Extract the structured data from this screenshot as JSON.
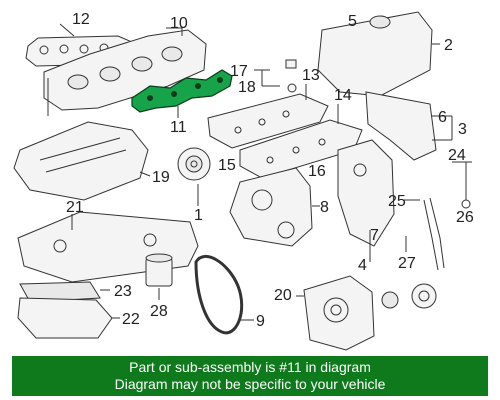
{
  "diagram": {
    "callouts": {
      "c1": "1",
      "c2": "2",
      "c3": "3",
      "c4": "4",
      "c5": "5",
      "c6": "6",
      "c7": "7",
      "c8": "8",
      "c9": "9",
      "c10": "10",
      "c11": "11",
      "c12": "12",
      "c13": "13",
      "c14": "14",
      "c15": "15",
      "c16": "16",
      "c17": "17",
      "c18": "18",
      "c19": "19",
      "c20": "20",
      "c21": "21",
      "c22": "22",
      "c23": "23",
      "c24": "24",
      "c25": "25",
      "c26": "26",
      "c27": "27",
      "c28": "28"
    },
    "highlighted_part": "11",
    "highlight_color": "#16a34a"
  },
  "banner": {
    "line1": "Part or sub-assembly is #11 in diagram",
    "line2": "Diagram may not be specific to your vehicle",
    "background": "#0e7a1b",
    "text_color": "#ffffff"
  }
}
